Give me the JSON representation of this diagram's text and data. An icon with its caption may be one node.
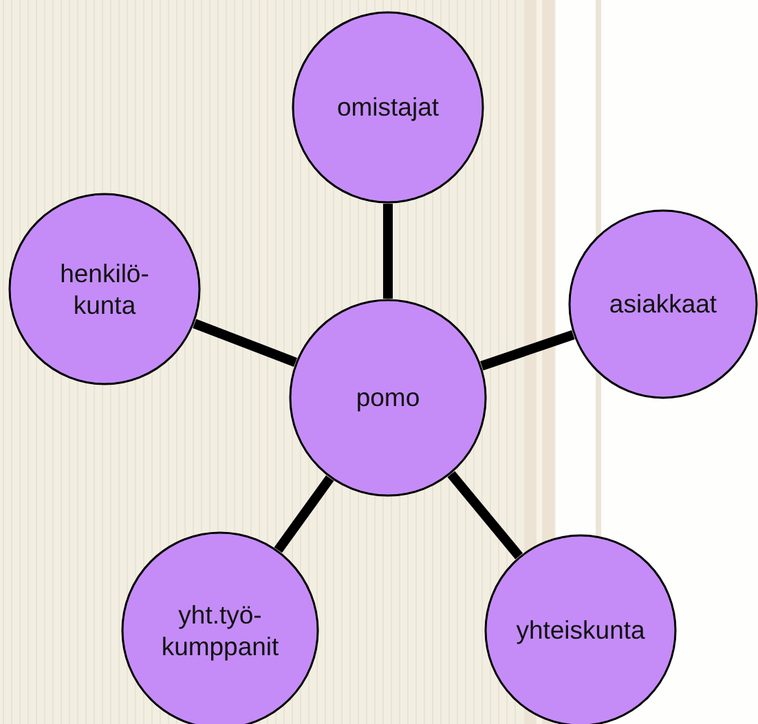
{
  "diagram": {
    "nodes": [
      {
        "text": [
          "omistajat"
        ]
      },
      {
        "text": [
          "henkilö- kunta"
        ]
      },
      {
        "text": [
          "asiakkaat"
        ]
      },
      {
        "text": [
          "pomo"
        ]
      },
      {
        "text": [
          "yht.työ- kumppanit"
        ]
      },
      {
        "text": [
          "yhteiskunta"
        ]
      }
    ],
    "edges": [
      {
        "from": 3,
        "to": 0,
        "arrow": "none"
      },
      {
        "from": 3,
        "to": 1,
        "arrow": "none"
      },
      {
        "from": 3,
        "to": 2,
        "arrow": "none"
      },
      {
        "from": 3,
        "to": 5,
        "arrow": "none"
      },
      {
        "from": 3,
        "to": 4,
        "arrow": "none"
      }
    ]
  }
}
